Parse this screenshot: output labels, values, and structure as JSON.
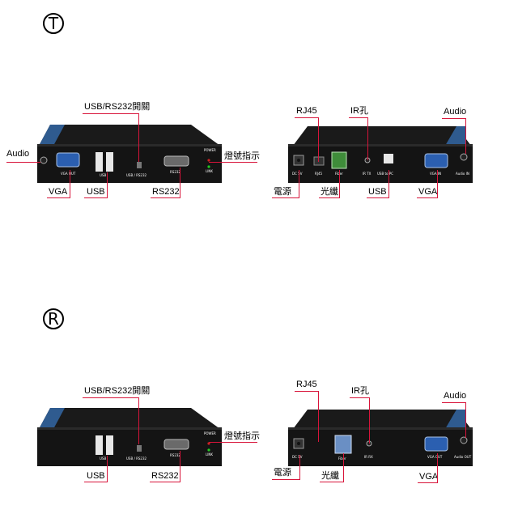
{
  "marks": {
    "transmitter": "T",
    "receiver": "R"
  },
  "colors": {
    "callout_line": "#d8143a",
    "device_body": "#1a1a1a",
    "device_trim": "#2f5b8f",
    "fiber_module": "#3f8c3a"
  },
  "transmitter_front": {
    "callouts": {
      "audio": "Audio",
      "vga": "VGA",
      "usb": "USB",
      "switch": "USB/RS232開關",
      "rs232": "RS232",
      "led": "燈號指示"
    },
    "panel_text": {
      "vga_out": "VGA OUT",
      "usb": "USB",
      "usb_rs232": "USB / RS232",
      "rs232": "RS232",
      "power": "POWER",
      "link": "LINK"
    }
  },
  "transmitter_back": {
    "callouts": {
      "rj45": "RJ45",
      "ir": "IR孔",
      "audio": "Audio",
      "power": "電源",
      "fiber": "光纖",
      "usb": "USB",
      "vga": "VGA"
    },
    "panel_text": {
      "dc": "DC 5V",
      "rj45": "RJ45",
      "fiber": "Fiber",
      "ir_tx": "IR TX",
      "usb_pc": "USB to PC",
      "vga_in": "VGA IN",
      "audio_in": "Audio IN"
    }
  },
  "receiver_front": {
    "callouts": {
      "switch": "USB/RS232開關",
      "led": "燈號指示",
      "usb": "USB",
      "rs232": "RS232"
    },
    "panel_text": {
      "usb": "USB",
      "usb_rs232": "USB / RS232",
      "rs232": "RS232",
      "power": "POWER",
      "link": "LINK"
    }
  },
  "receiver_back": {
    "callouts": {
      "rj45": "RJ45",
      "ir": "IR孔",
      "audio": "Audio",
      "power": "電源",
      "fiber": "光纖",
      "vga": "VGA"
    },
    "panel_text": {
      "dc": "DC 5V",
      "fiber": "Fiber",
      "ir_rx": "IR RX",
      "vga_out": "VGA OUT",
      "audio_out": "Audio OUT"
    }
  }
}
